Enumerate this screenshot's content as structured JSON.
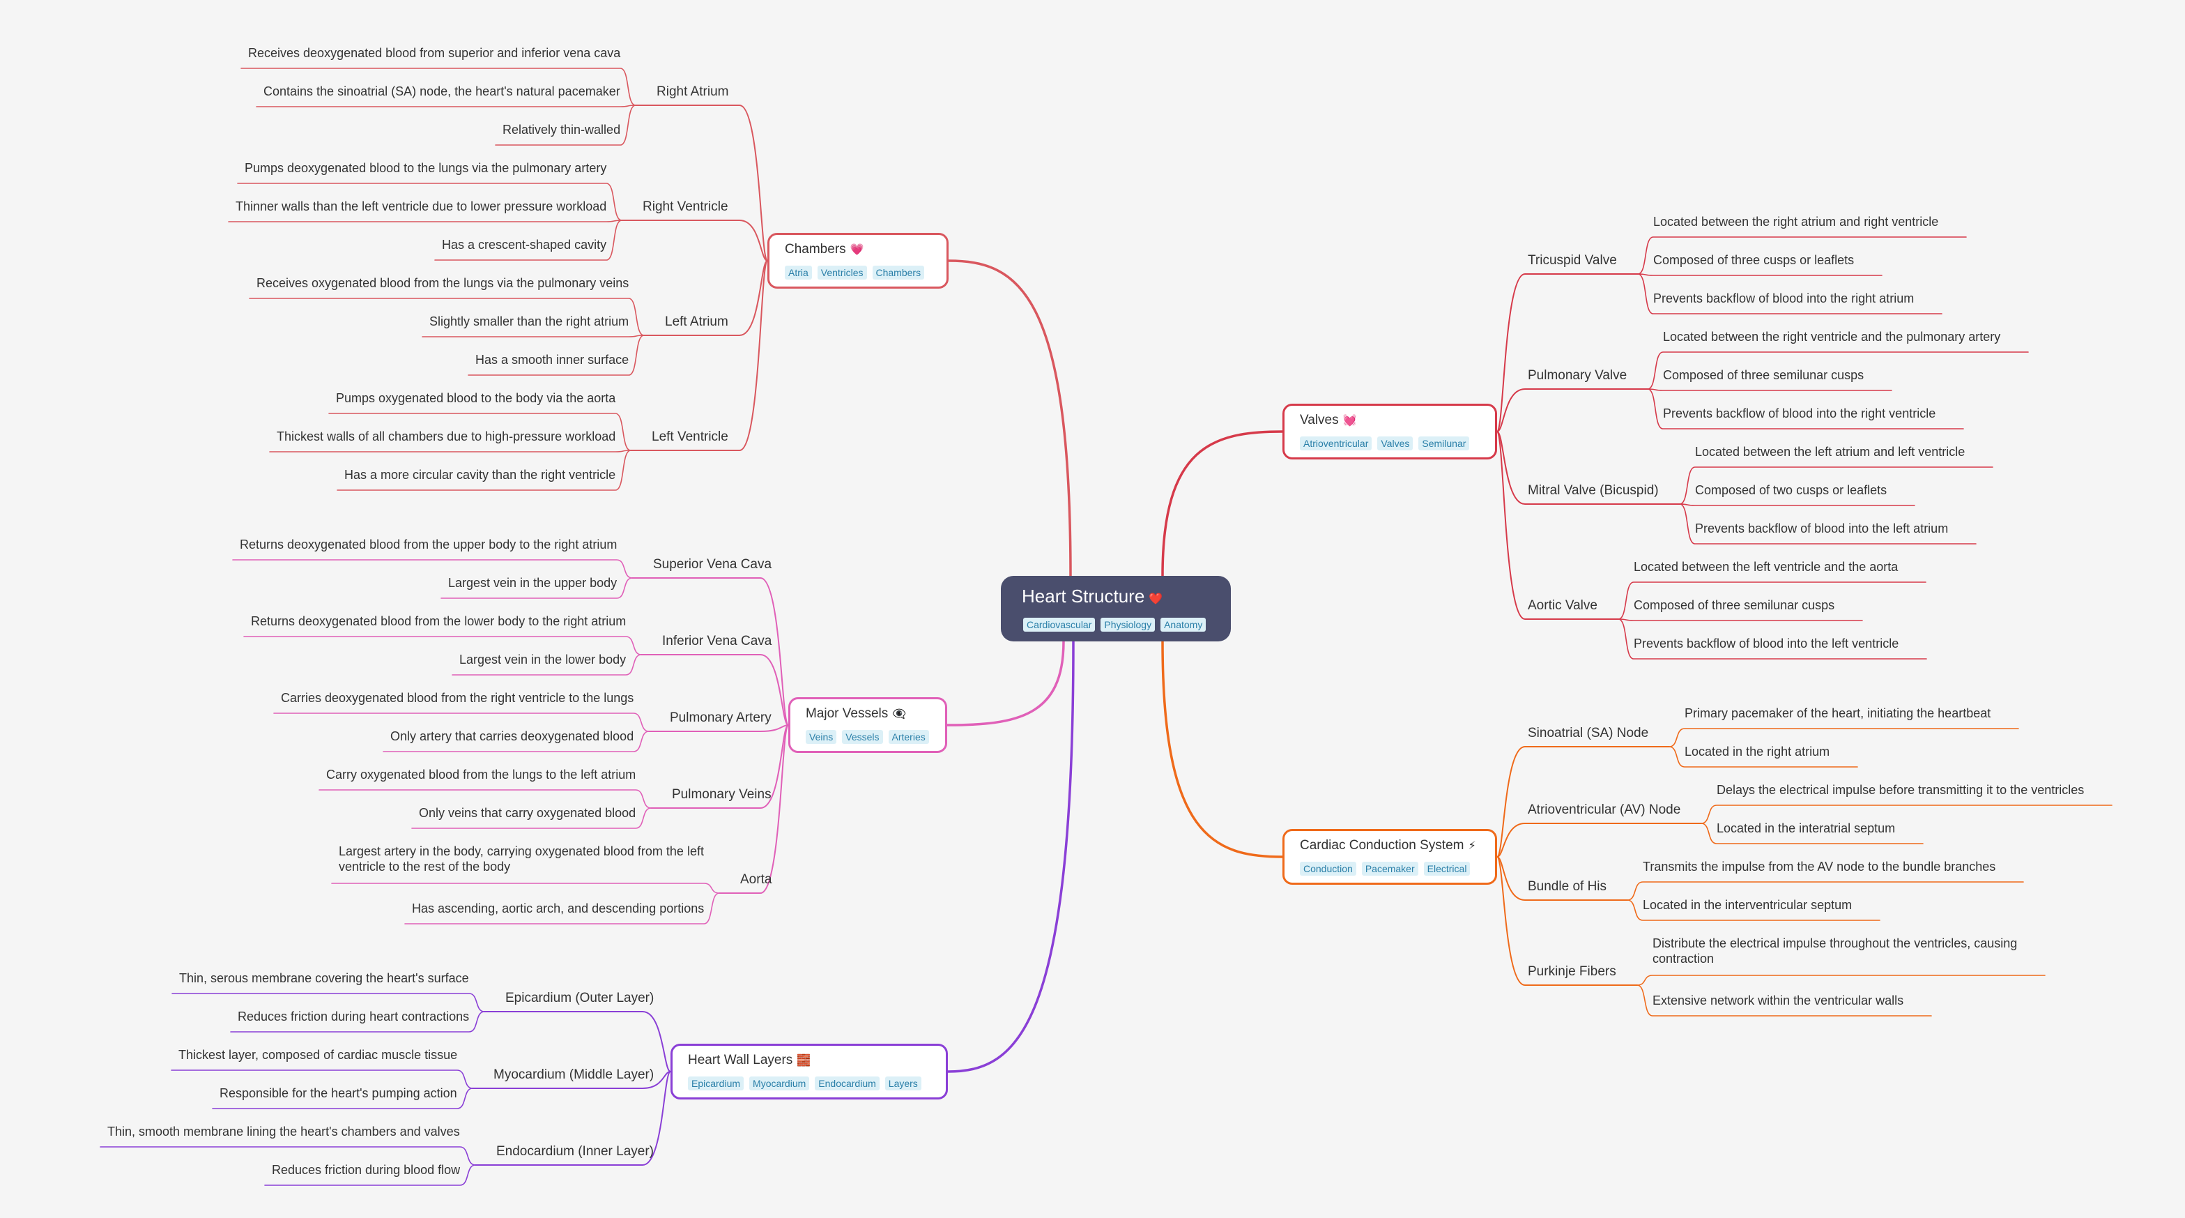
{
  "root": {
    "title": "Heart Structure",
    "icon": "❤️",
    "tags": [
      "Cardiovascular",
      "Physiology",
      "Anatomy"
    ]
  },
  "branches": [
    {
      "key": "chambers",
      "title": "Chambers",
      "icon": "💗",
      "color": "#d9575e",
      "tags": [
        "Atria",
        "Ventricles",
        "Chambers"
      ],
      "children": [
        {
          "label": "Right Atrium",
          "leaves": [
            "Receives deoxygenated blood from superior and inferior vena cava",
            "Contains the sinoatrial (SA) node, the heart's natural pacemaker",
            "Relatively thin-walled"
          ]
        },
        {
          "label": "Right Ventricle",
          "leaves": [
            "Pumps deoxygenated blood to the lungs via the pulmonary artery",
            "Thinner walls than the left ventricle due to lower pressure workload",
            "Has a crescent-shaped cavity"
          ]
        },
        {
          "label": "Left Atrium",
          "leaves": [
            "Receives oxygenated blood from the lungs via the pulmonary veins",
            "Slightly smaller than the right atrium",
            "Has a smooth inner surface"
          ]
        },
        {
          "label": "Left Ventricle",
          "leaves": [
            "Pumps oxygenated blood to the body via the aorta",
            "Thickest walls of all chambers due to high-pressure workload",
            "Has a more circular cavity than the right ventricle"
          ]
        }
      ]
    },
    {
      "key": "vessels",
      "title": "Major Vessels",
      "icon": "👁️‍🗨️",
      "color": "#e060b8",
      "tags": [
        "Veins",
        "Vessels",
        "Arteries"
      ],
      "children": [
        {
          "label": "Superior Vena Cava",
          "leaves": [
            "Returns deoxygenated blood from the upper body to the right atrium",
            "Largest vein in the upper body"
          ]
        },
        {
          "label": "Inferior Vena Cava",
          "leaves": [
            "Returns deoxygenated blood from the lower body to the right atrium",
            "Largest vein in the lower body"
          ]
        },
        {
          "label": "Pulmonary Artery",
          "leaves": [
            "Carries deoxygenated blood from the right ventricle to the lungs",
            "Only artery that carries deoxygenated blood"
          ]
        },
        {
          "label": "Pulmonary Veins",
          "leaves": [
            "Carry oxygenated blood from the lungs to the left atrium",
            "Only veins that carry oxygenated blood"
          ]
        },
        {
          "label": "Aorta",
          "leaves": [
            "Largest artery in the body, carrying oxygenated blood from the left\nventricle to the rest of the body",
            "Has ascending, aortic arch, and descending portions"
          ]
        }
      ]
    },
    {
      "key": "wall",
      "title": "Heart Wall Layers",
      "icon": "🧱",
      "color": "#8a3fd6",
      "tags": [
        "Epicardium",
        "Myocardium",
        "Endocardium",
        "Layers"
      ],
      "children": [
        {
          "label": "Epicardium (Outer Layer)",
          "leaves": [
            "Thin, serous membrane covering the heart's surface",
            "Reduces friction during heart contractions"
          ]
        },
        {
          "label": "Myocardium (Middle Layer)",
          "leaves": [
            "Thickest layer, composed of cardiac muscle tissue",
            "Responsible for the heart's pumping action"
          ]
        },
        {
          "label": "Endocardium (Inner Layer)",
          "leaves": [
            "Thin, smooth membrane lining the heart's chambers and valves",
            "Reduces friction during blood flow"
          ]
        }
      ]
    },
    {
      "key": "valves",
      "title": "Valves",
      "icon": "💓",
      "color": "#d63a4a",
      "tags": [
        "Atrioventricular",
        "Valves",
        "Semilunar"
      ],
      "children": [
        {
          "label": "Tricuspid Valve",
          "leaves": [
            "Located between the right atrium and right ventricle",
            "Composed of three cusps or leaflets",
            "Prevents backflow of blood into the right atrium"
          ]
        },
        {
          "label": "Pulmonary Valve",
          "leaves": [
            "Located between the right ventricle and the pulmonary artery",
            "Composed of three semilunar cusps",
            "Prevents backflow of blood into the right ventricle"
          ]
        },
        {
          "label": "Mitral Valve (Bicuspid)",
          "leaves": [
            "Located between the left atrium and left ventricle",
            "Composed of two cusps or leaflets",
            "Prevents backflow of blood into the left atrium"
          ]
        },
        {
          "label": "Aortic Valve",
          "leaves": [
            "Located between the left ventricle and the aorta",
            "Composed of three semilunar cusps",
            "Prevents backflow of blood into the left ventricle"
          ]
        }
      ]
    },
    {
      "key": "conduction",
      "title": "Cardiac Conduction System",
      "icon": "⚡",
      "color": "#ef6a1a",
      "tags": [
        "Conduction",
        "Pacemaker",
        "Electrical"
      ],
      "children": [
        {
          "label": "Sinoatrial (SA) Node",
          "leaves": [
            "Primary pacemaker of the heart, initiating the heartbeat",
            "Located in the right atrium"
          ]
        },
        {
          "label": "Atrioventricular (AV) Node",
          "leaves": [
            "Delays the electrical impulse before transmitting it to the ventricles",
            "Located in the interatrial septum"
          ]
        },
        {
          "label": "Bundle of His",
          "leaves": [
            "Transmits the impulse from the AV node to the bundle branches",
            "Located in the interventricular septum"
          ]
        },
        {
          "label": "Purkinje Fibers",
          "leaves": [
            "Distribute the electrical impulse throughout the ventricles, causing\ncontraction",
            "Extensive network within the ventricular walls"
          ]
        }
      ]
    }
  ]
}
